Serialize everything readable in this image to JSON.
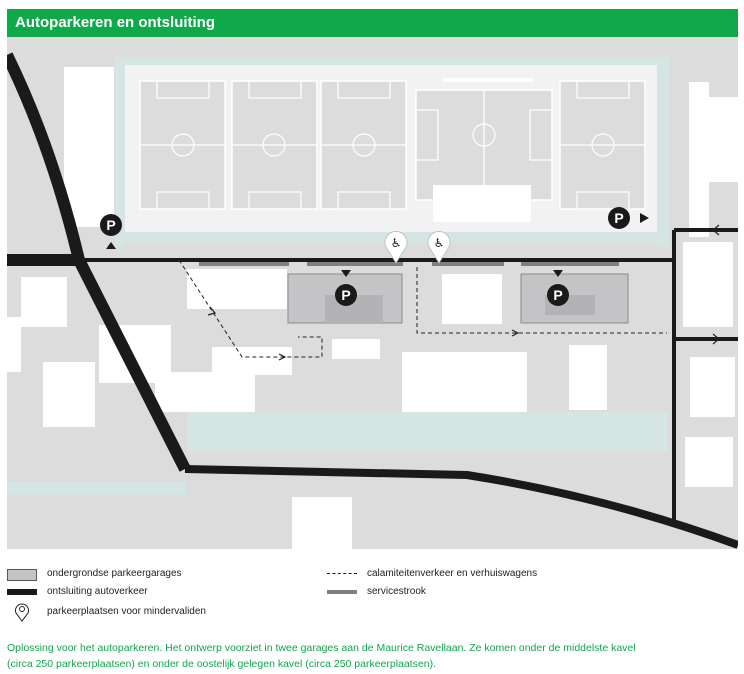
{
  "title": "Autoparkeren en ontsluiting",
  "colors": {
    "brand_green": "#0fa84a",
    "block_gray": "#dcdcdd",
    "water": "#d5e5e3",
    "road": "#1a1a1a",
    "garage": "#c4c4c6",
    "service_strip": "#808080"
  },
  "map_icons": {
    "parking_letter": "P",
    "accessible_symbol": "♿"
  },
  "legend": {
    "garages": "ondergrondse parkeergarages",
    "car_access": "ontsluiting autoverkeer",
    "disabled_parking": "parkeerplaatsen voor mindervaliden",
    "emergency": "calamiteitenverkeer en verhuiswagens",
    "service_strip": "servicestrook"
  },
  "caption": {
    "line1": "Oplossing voor het autoparkeren. Het ontwerp voorziet in twee garages aan de Maurice Ravellaan. Ze komen onder de middelste kavel",
    "line2": "(circa 250 parkeerplaatsen) en onder de oostelijk gelegen kavel (circa 250 parkeerplaatsen)."
  }
}
